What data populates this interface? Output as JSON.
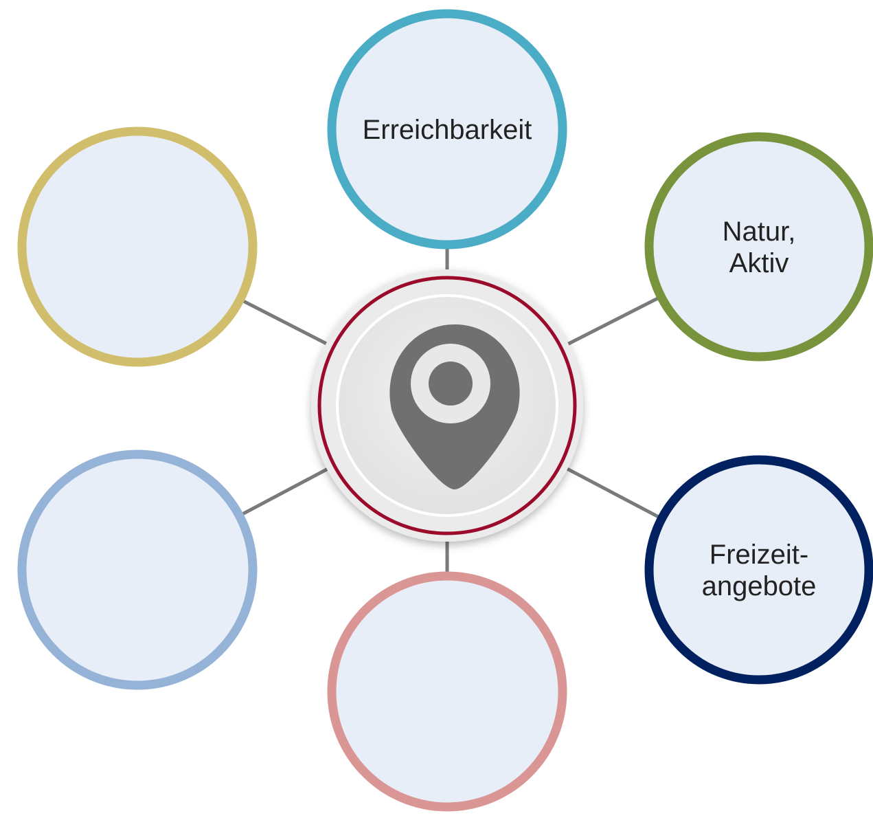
{
  "diagram": {
    "center": {
      "icon": "location-pin-icon",
      "ring_color": "#9B0A2A",
      "fill_color": "#E8E8E8",
      "icon_color": "#707070"
    },
    "connector_color": "#7A7A7A",
    "node_fill": "#E8EEF7",
    "nodes": [
      {
        "id": "top",
        "label_lines": [
          "Erreichbarkeit"
        ],
        "border_color": "#4BACC6"
      },
      {
        "id": "upper-right",
        "label_lines": [
          "Natur,",
          "Aktiv"
        ],
        "border_color": "#77933C"
      },
      {
        "id": "lower-right",
        "label_lines": [
          "Freizeit-",
          "angebote"
        ],
        "border_color": "#002060"
      },
      {
        "id": "bottom",
        "label_lines": [],
        "border_color": "#DA9694"
      },
      {
        "id": "lower-left",
        "label_lines": [],
        "border_color": "#95B3D7"
      },
      {
        "id": "upper-left",
        "label_lines": [],
        "border_color": "#D1BE6C"
      }
    ]
  }
}
